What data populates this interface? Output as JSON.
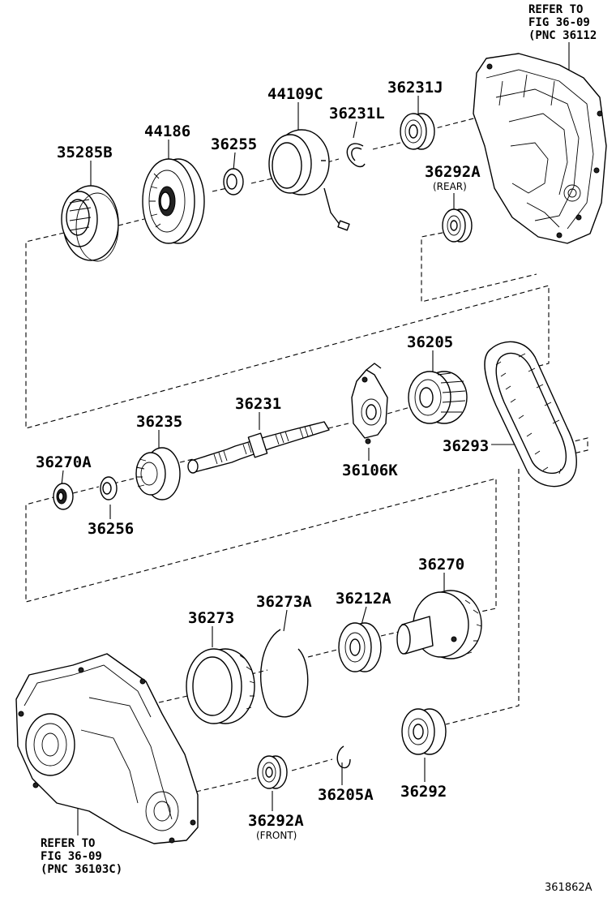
{
  "diagram": {
    "parts": {
      "p35285B": "35285B",
      "p44186": "44186",
      "p36255": "36255",
      "p44109C": "44109C",
      "p36231L": "36231L",
      "p36231J": "36231J",
      "p36292A_rear": "36292A",
      "rear_note": "(REAR)",
      "p36205": "36205",
      "p36231": "36231",
      "p36235": "36235",
      "p36106K": "36106K",
      "p36293": "36293",
      "p36270A": "36270A",
      "p36256": "36256",
      "p36270": "36270",
      "p36273": "36273",
      "p36273A": "36273A",
      "p36212A": "36212A",
      "p36292": "36292",
      "p36205A": "36205A",
      "p36292A_front": "36292A",
      "front_note": "(FRONT)"
    },
    "refs": {
      "top": [
        "REFER TO",
        "FIG 36-09",
        "(PNC 36112"
      ],
      "bottom": [
        "REFER TO",
        "FIG 36-09",
        "(PNC 36103C)"
      ]
    },
    "figure_id": "361862A"
  }
}
